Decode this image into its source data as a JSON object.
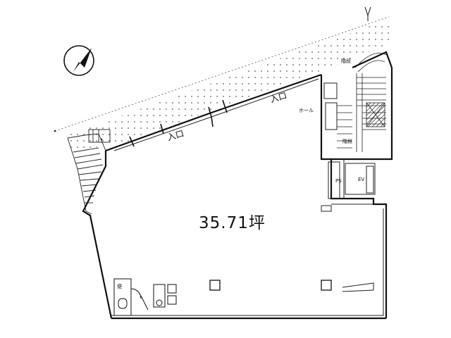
{
  "floor_plan": {
    "area_label": "35.71坪",
    "entrance_labels": [
      "入口",
      "入口"
    ],
    "small_labels": {
      "stairs_top": "階段",
      "stair_side": "ホール",
      "shaft": "PS",
      "ev": "EV",
      "stair_mid": "階段",
      "toilet": "便"
    },
    "north_mark": "compass-north-arrow"
  }
}
